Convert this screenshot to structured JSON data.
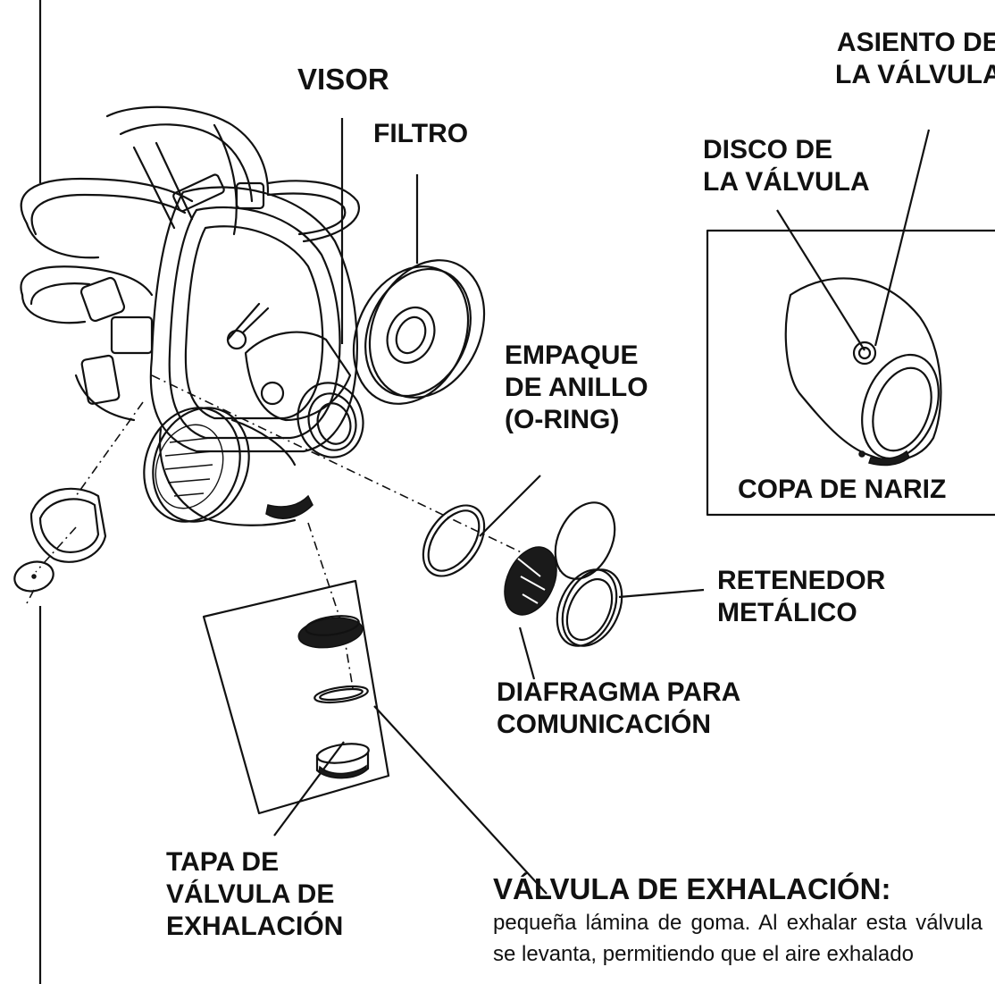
{
  "labels": {
    "visor": "VISOR",
    "filtro": "FILTRO",
    "asiento": [
      "ASIENTO DE",
      "LA VÁLVULA"
    ],
    "disco": [
      "DISCO DE",
      "LA VÁLVULA"
    ],
    "empaque": [
      "EMPAQUE",
      "DE ANILLO",
      "(O-RING)"
    ],
    "copa": "COPA DE NARIZ",
    "retenedor": [
      "RETENEDOR",
      "METÁLICO"
    ],
    "diafragma": [
      "DIAFRAGMA PARA",
      "COMUNICACIÓN"
    ],
    "tapa": [
      "TAPA DE",
      "VÁLVULA DE",
      "EXHALACIÓN"
    ],
    "valvula_title": "VÁLVULA DE EXHALACIÓN:",
    "valvula_desc": "pequeña lámina de goma. Al exhalar esta válvula se levanta, permitiendo que el aire exhalado"
  }
}
